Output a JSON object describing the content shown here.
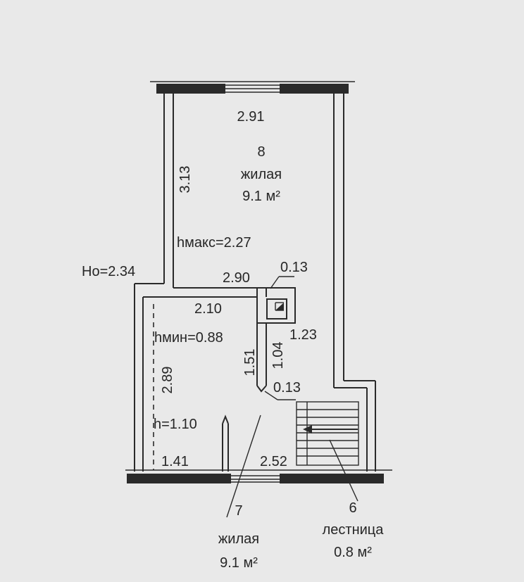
{
  "rooms": [
    {
      "number": "8",
      "type": "жилая",
      "area": "9.1 м²"
    },
    {
      "number": "7",
      "type": "жилая",
      "area": "9.1 м²"
    },
    {
      "number": "6",
      "type": "лестница",
      "area": "0.8 м²"
    }
  ],
  "dimensions": {
    "top_width": "2.91",
    "room8_height": "3.13",
    "h_max": "hмакс=2.27",
    "h_o": "Ho=2.34",
    "mid_width": "2.90",
    "top_right_small": "0.13",
    "room7_width": "2.10",
    "h_min": "hмин=0.88",
    "right_strip": "1.23",
    "partition_a": "1.51",
    "partition_b": "1.04",
    "bottom_small": "0.13",
    "room7_height": "2.89",
    "h_low": "h=1.10",
    "bottom_left": "1.41",
    "bottom_right": "2.52"
  }
}
